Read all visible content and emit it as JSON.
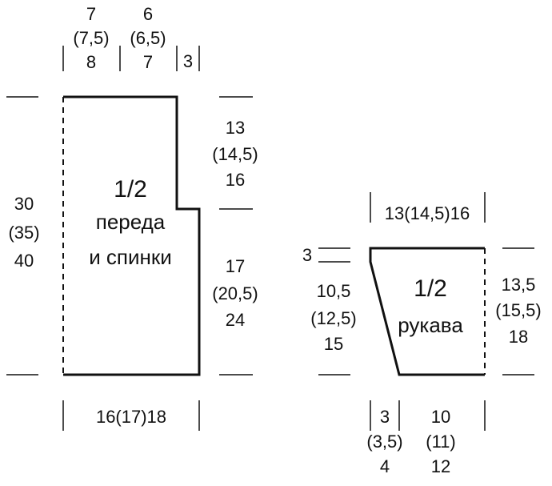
{
  "colors": {
    "outline": "#111111",
    "text": "#111111",
    "background": "#ffffff"
  },
  "body_piece": {
    "title": "1/2",
    "subtitle_line1": "переда",
    "subtitle_line2": "и спинки",
    "top_width_left": [
      "7",
      "(7,5)",
      "8"
    ],
    "top_width_mid": [
      "6",
      "(6,5)",
      "7"
    ],
    "top_width_step": "3",
    "height_total": [
      "30",
      "(35)",
      "40"
    ],
    "height_upper": [
      "13",
      "(14,5)",
      "16"
    ],
    "height_lower": [
      "17",
      "(20,5)",
      "24"
    ],
    "bottom_width": "16(17)18"
  },
  "sleeve_piece": {
    "title": "1/2",
    "subtitle": "рукава",
    "top_width": "13(14,5)16",
    "top_offset": "3",
    "height_left": [
      "10,5",
      "(12,5)",
      "15"
    ],
    "height_right": [
      "13,5",
      "(15,5)",
      "18"
    ],
    "bottom_offset": [
      "3",
      "(3,5)",
      "4"
    ],
    "bottom_width": [
      "10",
      "(11)",
      "12"
    ]
  }
}
